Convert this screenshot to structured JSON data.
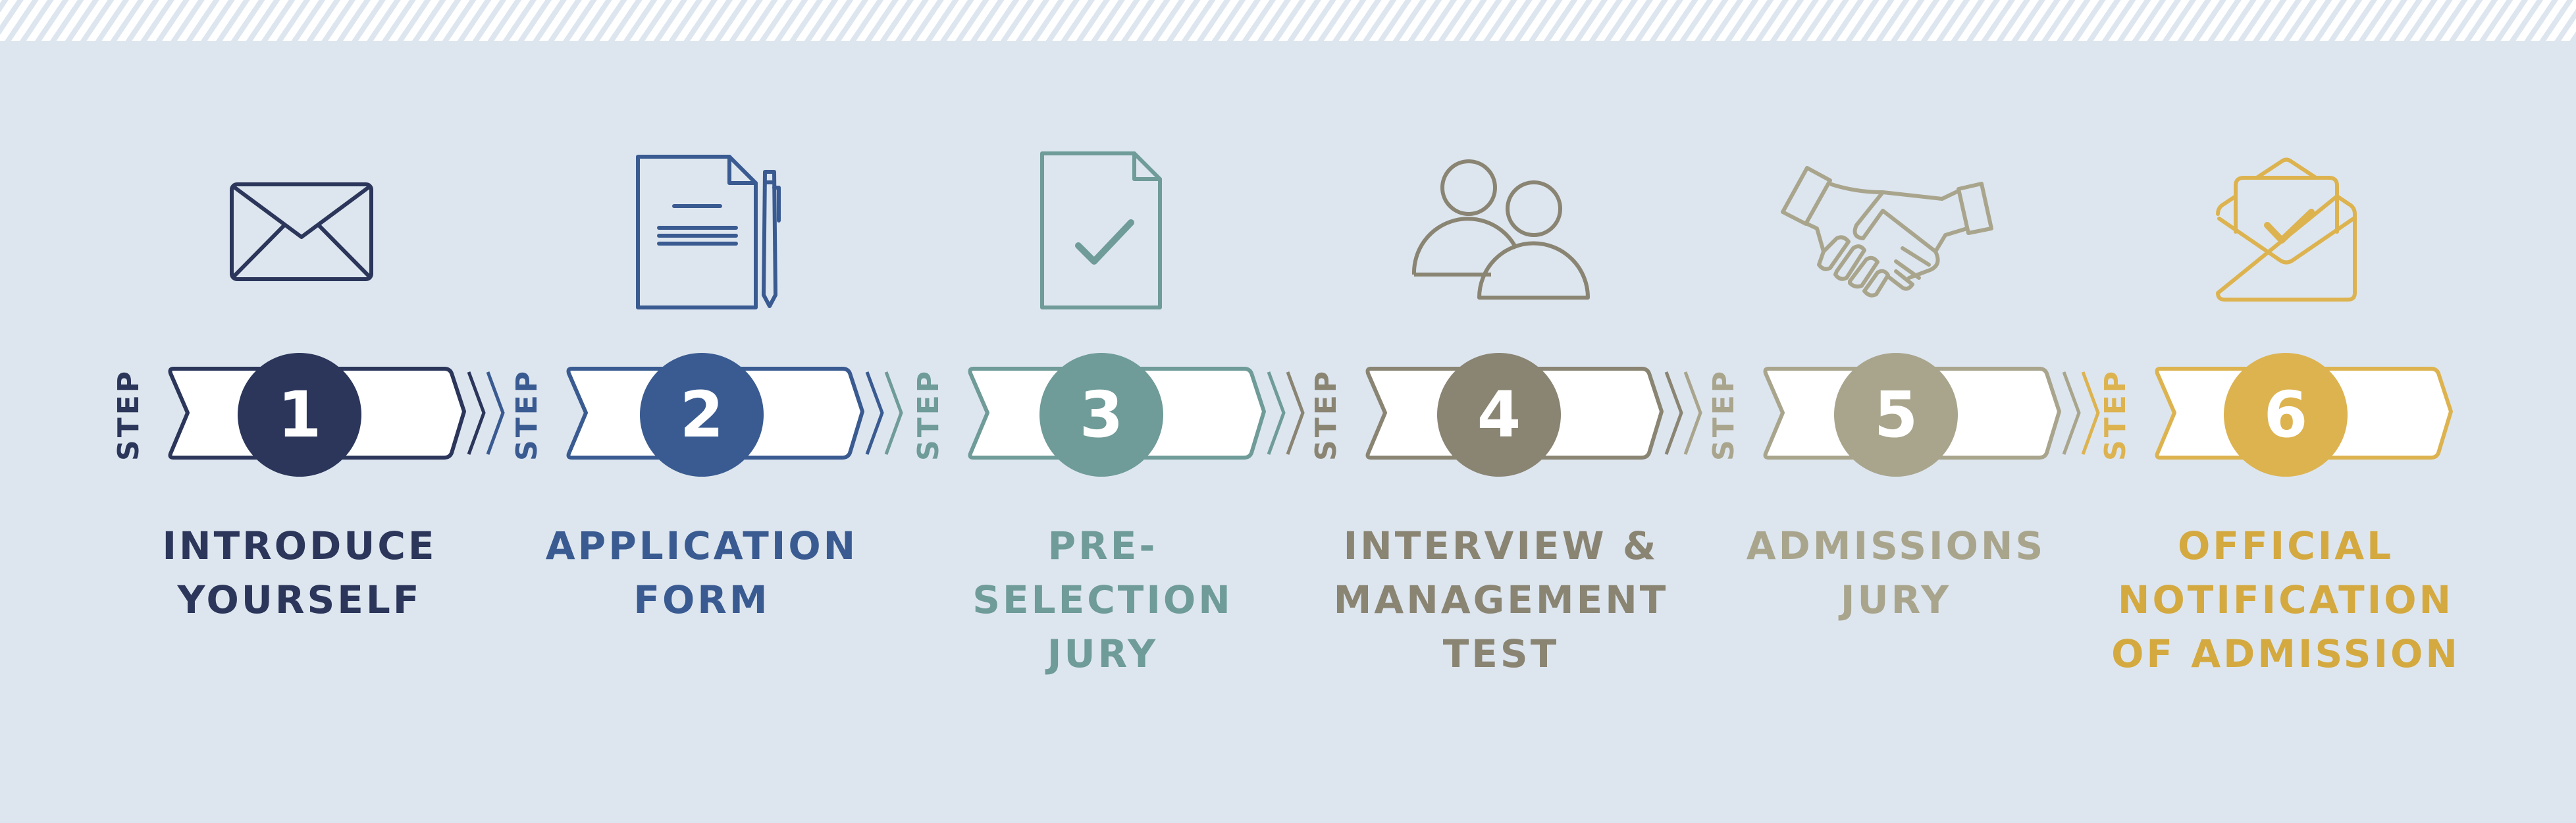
{
  "colors": {
    "background": "#dde6ef",
    "stripe": "#ffffff",
    "banner_fill": "#ffffff"
  },
  "step_word": "STEP",
  "steps": [
    {
      "number": "1",
      "icon": "envelope-icon",
      "color": "#2b365a",
      "title_lines": [
        "INTRODUCE",
        "YOURSELF"
      ]
    },
    {
      "number": "2",
      "icon": "application-form-icon",
      "color": "#3a5b91",
      "title_lines": [
        "APPLICATION",
        "FORM"
      ]
    },
    {
      "number": "3",
      "icon": "document-check-icon",
      "color": "#6f9b98",
      "title_lines": [
        "PRE-SELECTION",
        "JURY"
      ]
    },
    {
      "number": "4",
      "icon": "people-icon",
      "color": "#8a8473",
      "title_lines": [
        "INTERVIEW &",
        "MANAGEMENT",
        "TEST"
      ]
    },
    {
      "number": "5",
      "icon": "handshake-icon",
      "color": "#a9a58d",
      "title_lines": [
        "ADMISSIONS",
        "JURY"
      ]
    },
    {
      "number": "6",
      "icon": "open-envelope-check-icon",
      "color": "#ddb350",
      "title_lines": [
        "OFFICIAL",
        "NOTIFICATION",
        "OF ADMISSION"
      ]
    }
  ]
}
